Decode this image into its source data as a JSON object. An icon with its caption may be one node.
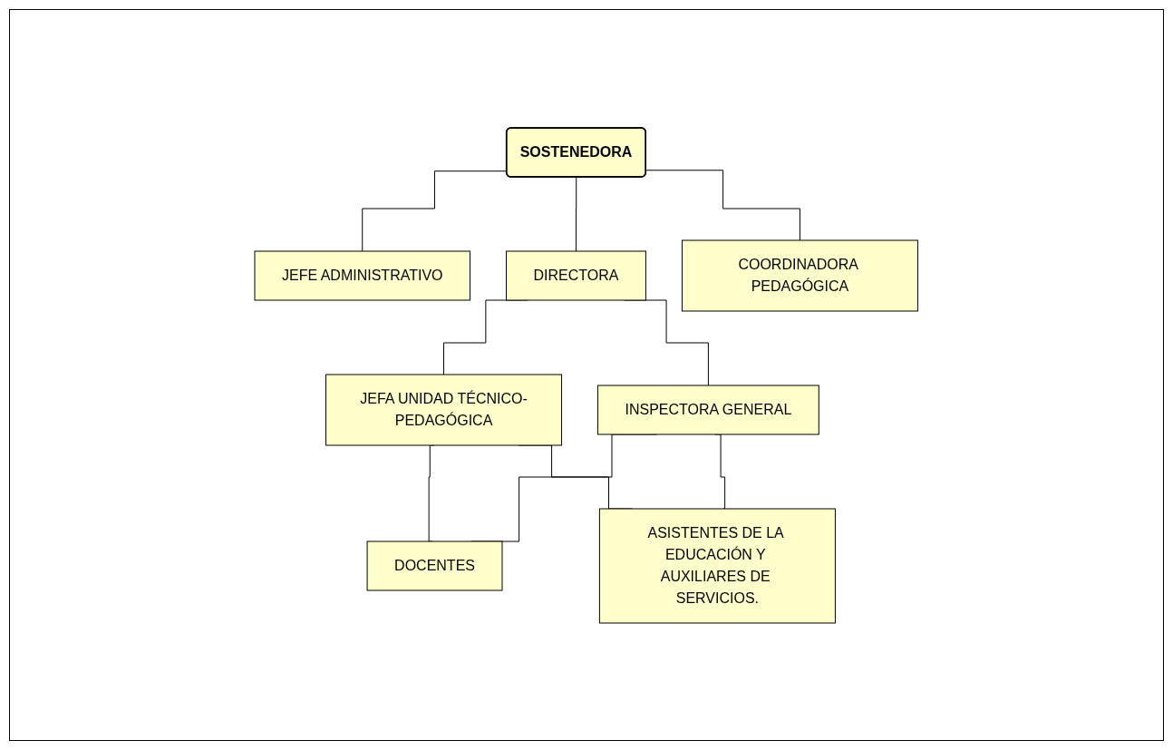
{
  "diagram": {
    "nodes": [
      {
        "text": [
          "SOSTENEDORA"
        ]
      },
      {
        "text": [
          "JEFE ADMINISTRATIVO"
        ]
      },
      {
        "text": [
          "DIRECTORA"
        ]
      },
      {
        "text": [
          "COORDINADORA PEDAGÓGICA"
        ]
      },
      {
        "text": [
          "JEFA UNIDAD TÉCNICO-PEDAGÓGICA"
        ]
      },
      {
        "text": [
          "INSPECTORA GENERAL"
        ]
      },
      {
        "text": [
          "DOCENTES"
        ]
      },
      {
        "text": [
          "ASISTENTES DE LA EDUCACIÓN Y AUXILIARES DE SERVICIOS."
        ]
      }
    ],
    "edges": [
      {
        "from": 0,
        "to": 1,
        "arrow": "none"
      },
      {
        "from": 0,
        "to": 2,
        "arrow": "none"
      },
      {
        "from": 0,
        "to": 3,
        "arrow": "none"
      },
      {
        "from": 2,
        "to": 4,
        "arrow": "none"
      },
      {
        "from": 2,
        "to": 5,
        "arrow": "none"
      },
      {
        "from": 4,
        "to": 6,
        "arrow": "none"
      },
      {
        "from": 4,
        "to": 7,
        "arrow": "none"
      },
      {
        "from": 5,
        "to": 6,
        "arrow": "none"
      },
      {
        "from": 5,
        "to": 7,
        "arrow": "none"
      }
    ]
  }
}
